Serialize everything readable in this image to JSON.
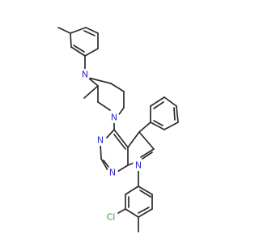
{
  "molecule": {
    "colors": {
      "bond": "#2b2b2b",
      "nitrogen": "#2f2fd4",
      "chlorine": "#2e9a2e",
      "background": "#ffffff"
    },
    "atom_labels": [
      {
        "id": "n-piperazine-top",
        "text": "N",
        "element": "N"
      },
      {
        "id": "n-piperazine-bottom",
        "text": "N",
        "element": "N"
      },
      {
        "id": "n-pyrimidine-left",
        "text": "N",
        "element": "N"
      },
      {
        "id": "n-pyrimidine-bottom",
        "text": "N",
        "element": "N"
      },
      {
        "id": "n-pyrrole",
        "text": "N",
        "element": "N"
      },
      {
        "id": "cl-substituent",
        "text": "Cl",
        "element": "Cl"
      }
    ]
  }
}
